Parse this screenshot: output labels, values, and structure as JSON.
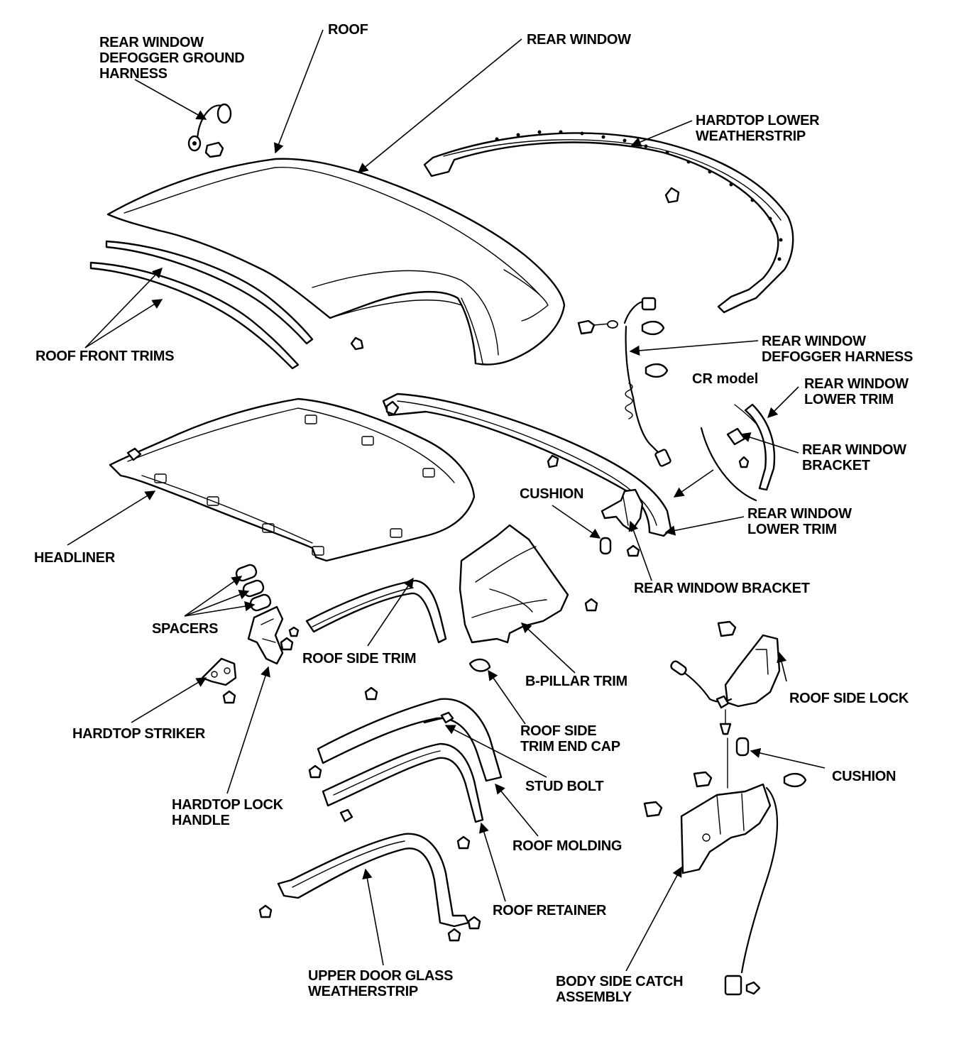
{
  "labels": {
    "rear_window_defogger_ground_harness": [
      "REAR WINDOW",
      "DEFOGGER GROUND",
      "HARNESS"
    ],
    "roof": [
      "ROOF"
    ],
    "rear_window": [
      "REAR WINDOW"
    ],
    "hardtop_lower_weatherstrip": [
      "HARDTOP LOWER",
      "WEATHERSTRIP"
    ],
    "roof_front_trims": [
      "ROOF FRONT TRIMS"
    ],
    "rear_window_defogger_harness": [
      "REAR WINDOW",
      "DEFOGGER HARNESS"
    ],
    "cr_model": [
      "CR model"
    ],
    "rear_window_lower_trim_cr": [
      "REAR WINDOW",
      "LOWER TRIM"
    ],
    "rear_window_bracket_cr": [
      "REAR WINDOW",
      "BRACKET"
    ],
    "cushion_top": [
      "CUSHION"
    ],
    "rear_window_lower_trim": [
      "REAR WINDOW",
      "LOWER TRIM"
    ],
    "headliner": [
      "HEADLINER"
    ],
    "rear_window_bracket": [
      "REAR WINDOW BRACKET"
    ],
    "spacers": [
      "SPACERS"
    ],
    "roof_side_trim": [
      "ROOF SIDE TRIM"
    ],
    "b_pillar_trim": [
      "B-PILLAR TRIM"
    ],
    "roof_side_lock": [
      "ROOF SIDE LOCK"
    ],
    "hardtop_striker": [
      "HARDTOP STRIKER"
    ],
    "roof_side_trim_end_cap": [
      "ROOF SIDE",
      "TRIM END CAP"
    ],
    "cushion_bottom": [
      "CUSHION"
    ],
    "stud_bolt": [
      "STUD BOLT"
    ],
    "hardtop_lock_handle": [
      "HARDTOP LOCK",
      "HANDLE"
    ],
    "roof_molding": [
      "ROOF MOLDING"
    ],
    "roof_retainer": [
      "ROOF RETAINER"
    ],
    "upper_door_glass_weatherstrip": [
      "UPPER DOOR GLASS",
      "WEATHERSTRIP"
    ],
    "body_side_catch_assembly": [
      "BODY SIDE CATCH",
      "ASSEMBLY"
    ]
  }
}
